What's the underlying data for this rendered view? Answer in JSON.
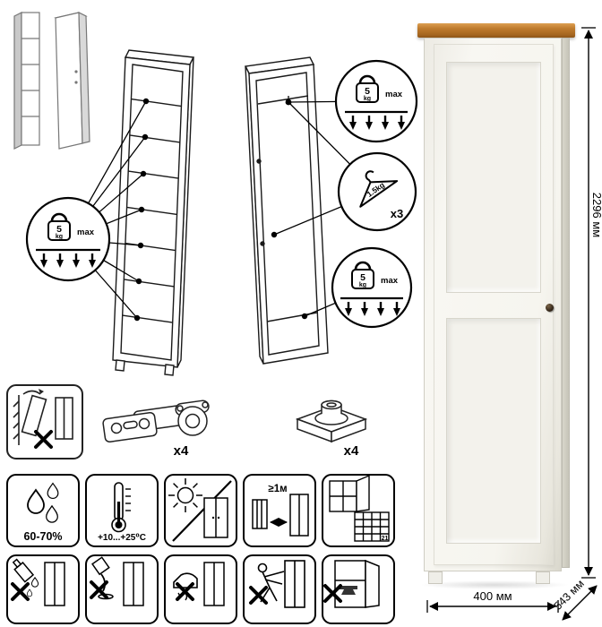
{
  "load": {
    "shelf": {
      "value": "5",
      "unit": "kg",
      "max": "max"
    },
    "top": {
      "value": "5",
      "unit": "kg",
      "max": "max"
    },
    "bottom": {
      "value": "5",
      "unit": "kg",
      "max": "max"
    },
    "hanger": {
      "weight": "1.5kg",
      "count": "x3"
    }
  },
  "hardware": {
    "hinge_count": "x4",
    "foot_count": "x4"
  },
  "care": {
    "humidity": "60-70%",
    "temperature": "+10...+25⁰C",
    "min_distance": "≥1м",
    "calendar_day": "21"
  },
  "dimensions": {
    "height": "2296 мм",
    "width": "400 мм",
    "depth": "543 мм"
  },
  "colors": {
    "wood_top": "#b9772b",
    "cabinet_body": "#f6f5f0",
    "line": "#000000"
  }
}
